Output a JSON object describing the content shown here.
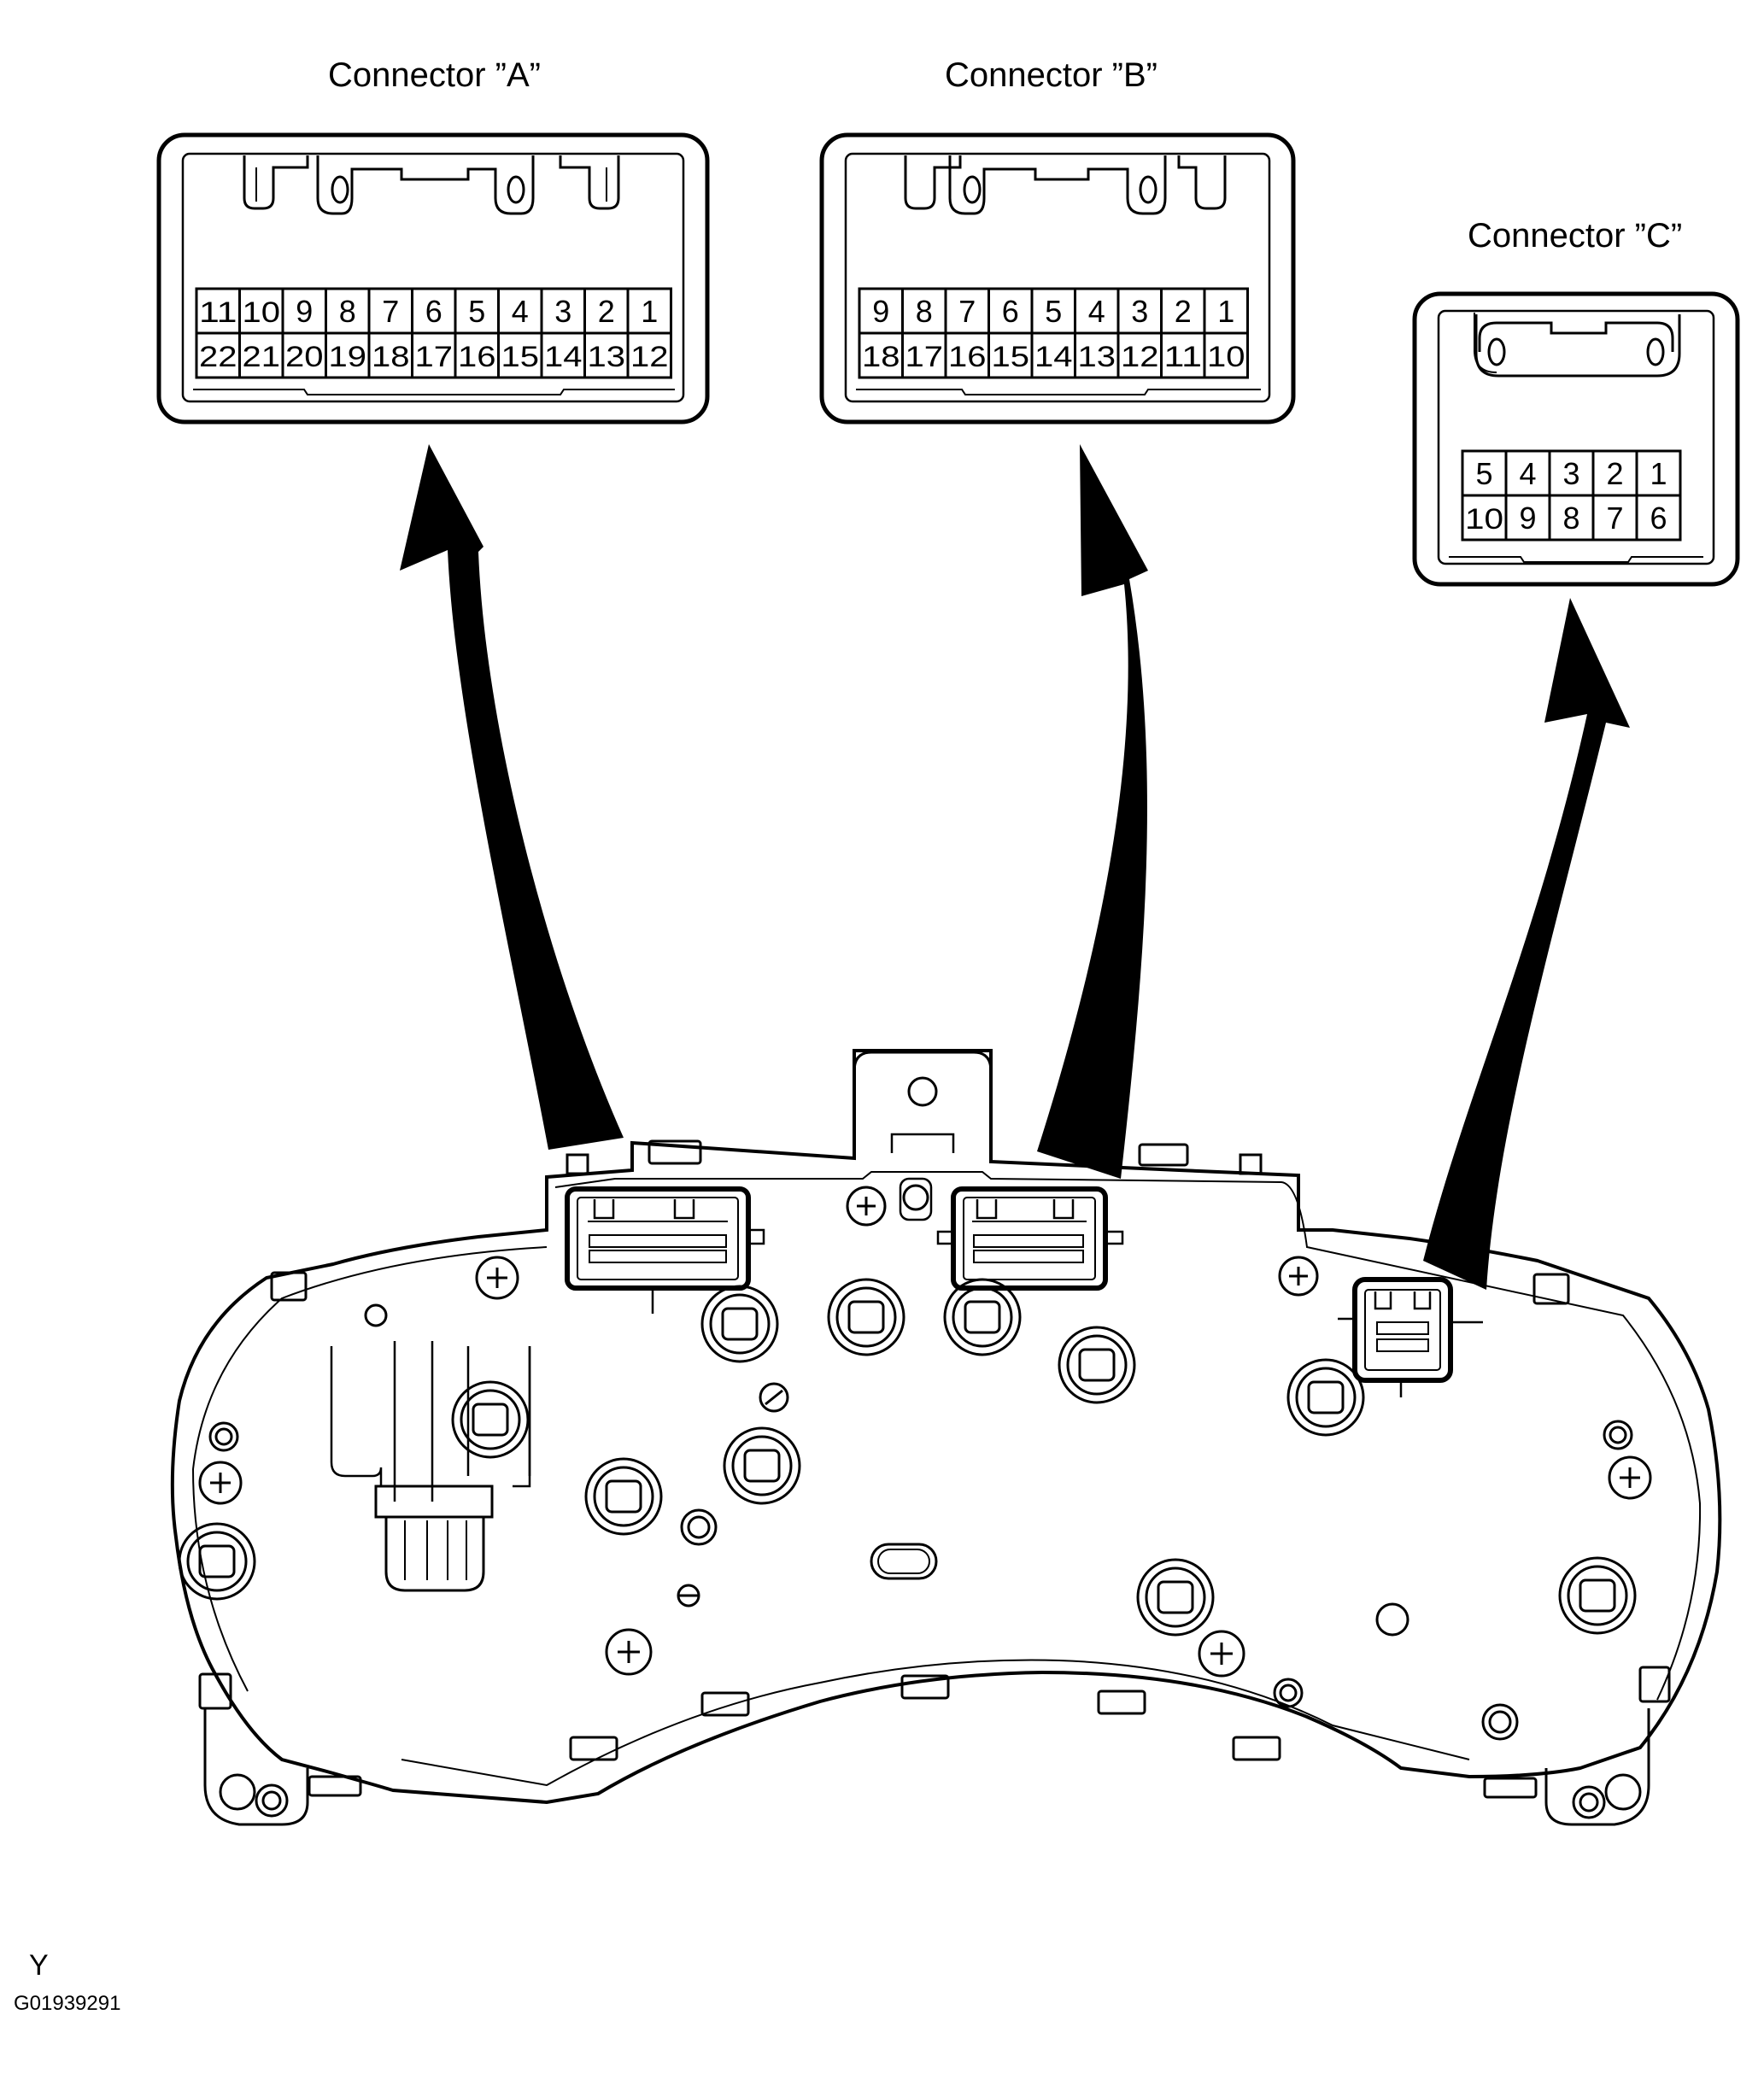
{
  "connectors": [
    {
      "id": "A",
      "label": "Connector ”A”",
      "top_row": [
        "11",
        "10",
        "9",
        "8",
        "7",
        "6",
        "5",
        "4",
        "3",
        "2",
        "1"
      ],
      "bottom_row": [
        "22",
        "21",
        "20",
        "19",
        "18",
        "17",
        "16",
        "15",
        "14",
        "13",
        "12"
      ]
    },
    {
      "id": "B",
      "label": "Connector ”B”",
      "top_row": [
        "9",
        "8",
        "7",
        "6",
        "5",
        "4",
        "3",
        "2",
        "1"
      ],
      "bottom_row": [
        "18",
        "17",
        "16",
        "15",
        "14",
        "13",
        "12",
        "11",
        "10"
      ]
    },
    {
      "id": "C",
      "label": "Connector ”C”",
      "top_row": [
        "5",
        "4",
        "3",
        "2",
        "1"
      ],
      "bottom_row": [
        "10",
        "9",
        "8",
        "7",
        "6"
      ]
    }
  ],
  "footer": {
    "letter": "Y",
    "figure_id": "G01939291"
  }
}
